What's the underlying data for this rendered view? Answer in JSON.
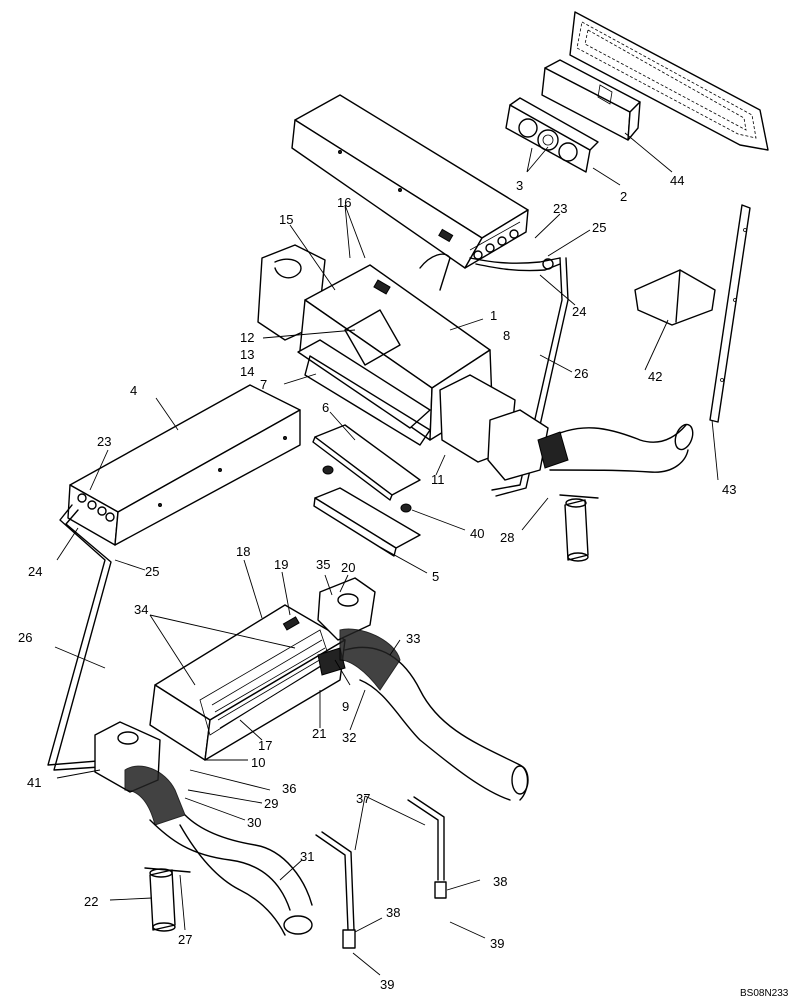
{
  "drawing_code": "BS08N233",
  "callouts": {
    "c1": "1",
    "c2": "2",
    "c3": "3",
    "c4": "4",
    "c5": "5",
    "c6": "6",
    "c7": "7",
    "c8": "8",
    "c9": "9",
    "c10": "10",
    "c11": "11",
    "c12": "12",
    "c13": "13",
    "c14": "14",
    "c15": "15",
    "c16": "16",
    "c17": "17",
    "c18": "18",
    "c19": "19",
    "c20": "20",
    "c21": "21",
    "c22": "22",
    "c23a": "23",
    "c23b": "23",
    "c24a": "24",
    "c24b": "24",
    "c25a": "25",
    "c25b": "25",
    "c26a": "26",
    "c26b": "26",
    "c27": "27",
    "c28": "28",
    "c29": "29",
    "c30": "30",
    "c31": "31",
    "c32": "32",
    "c33": "33",
    "c34": "34",
    "c35": "35",
    "c36": "36",
    "c37": "37",
    "c38a": "38",
    "c38b": "38",
    "c39a": "39",
    "c39b": "39",
    "c40": "40",
    "c41": "41",
    "c42": "42",
    "c43": "43",
    "c44": "44"
  }
}
